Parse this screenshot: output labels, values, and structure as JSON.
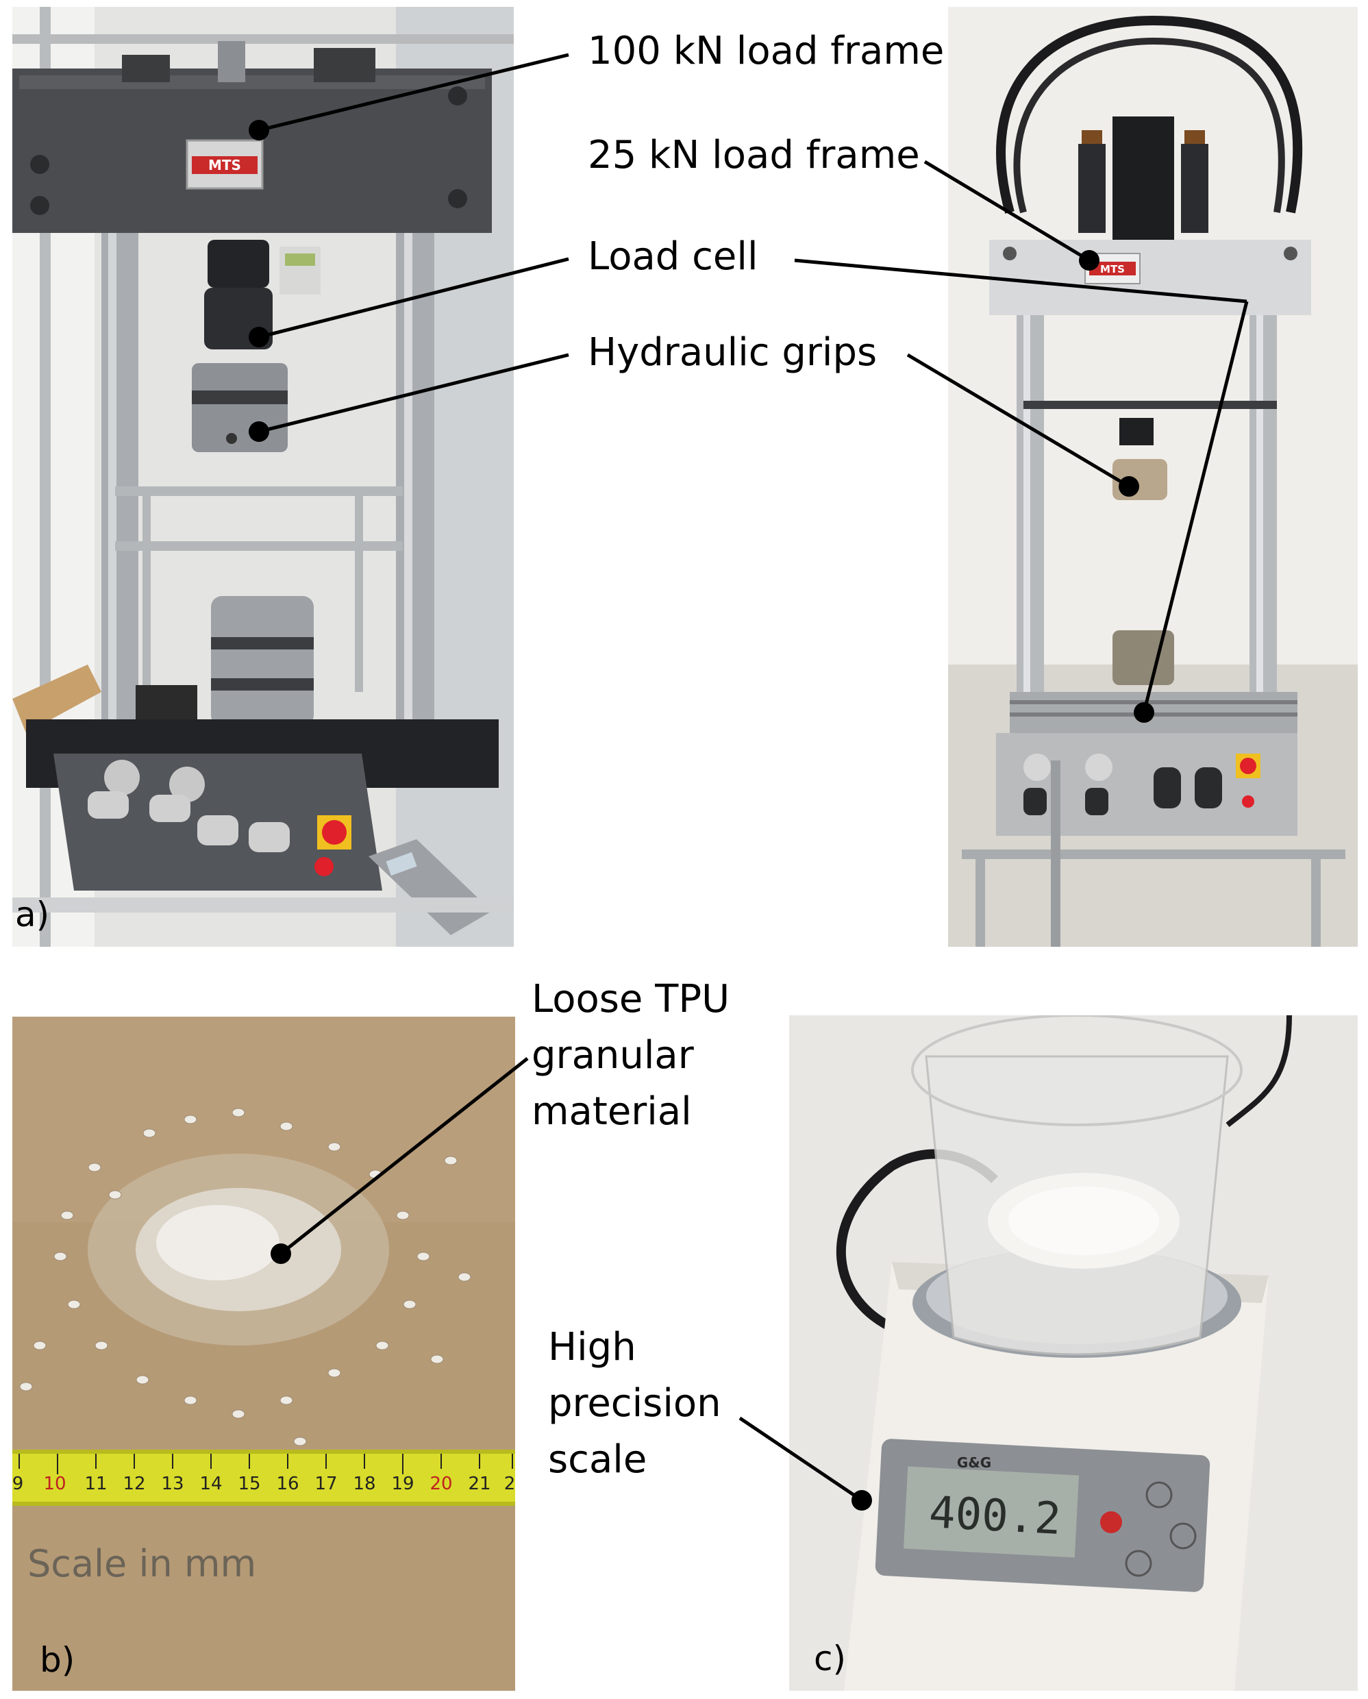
{
  "labels": {
    "load_frame_100": "100 kN load frame",
    "load_frame_25": "25 kN load frame",
    "load_cell": "Load cell",
    "hydraulic_grips": "Hydraulic grips",
    "tpu_line1": "Loose TPU",
    "tpu_line2": "granular",
    "tpu_line3": "material",
    "scale_line1": "High",
    "scale_line2": "precision",
    "scale_line3": "scale",
    "scale_in_mm": "Scale in mm"
  },
  "panels": {
    "a": "a)",
    "b": "b)",
    "c": "c)"
  },
  "brand": {
    "mts_logo": "MTS",
    "scale_logo": "G&G",
    "scale_display": "400.2"
  },
  "ruler_ticks": [
    "9",
    "10",
    "11",
    "12",
    "13",
    "14",
    "15",
    "16",
    "17",
    "18",
    "19",
    "20",
    "21",
    "2"
  ],
  "colors": {
    "frame_dark": "#4a4c50",
    "frame_light": "#d6d6d6",
    "ruler_yellow": "#d9dc2a",
    "cardboard": "#b59a76",
    "mts_red": "#c92a2a",
    "estop_red": "#e0202a",
    "estop_yellow": "#f0c020"
  }
}
